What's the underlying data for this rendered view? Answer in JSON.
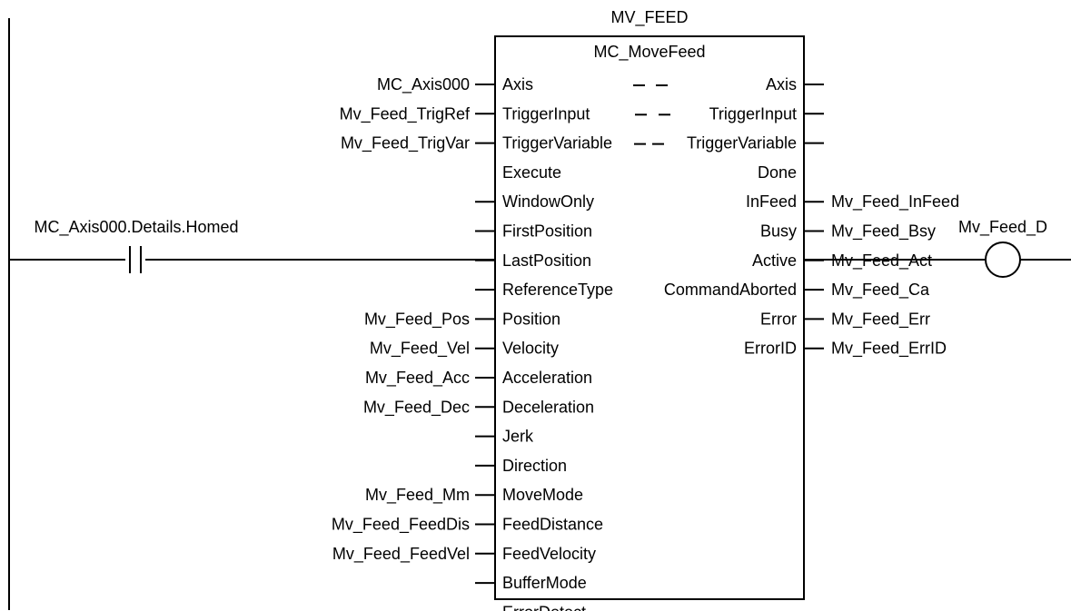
{
  "instance_name": "MV_FEED",
  "function_block": {
    "type_name": "MC_MoveFeed",
    "inout": [
      {
        "left_var": "MC_Axis000",
        "in_label": "Axis",
        "out_label": "Axis"
      },
      {
        "left_var": "Mv_Feed_TrigRef",
        "in_label": "TriggerInput",
        "out_label": "TriggerInput"
      },
      {
        "left_var": "Mv_Feed_TrigVar",
        "in_label": "TriggerVariable",
        "out_label": "TriggerVariable"
      }
    ],
    "inputs": [
      {
        "var": "",
        "label": "Execute"
      },
      {
        "var": "",
        "label": "WindowOnly"
      },
      {
        "var": "",
        "label": "FirstPosition"
      },
      {
        "var": "",
        "label": "LastPosition"
      },
      {
        "var": "",
        "label": "ReferenceType"
      },
      {
        "var": "Mv_Feed_Pos",
        "label": "Position"
      },
      {
        "var": "Mv_Feed_Vel",
        "label": "Velocity"
      },
      {
        "var": "Mv_Feed_Acc",
        "label": "Acceleration"
      },
      {
        "var": "Mv_Feed_Dec",
        "label": "Deceleration"
      },
      {
        "var": "",
        "label": "Jerk"
      },
      {
        "var": "",
        "label": "Direction"
      },
      {
        "var": "Mv_Feed_Mm",
        "label": "MoveMode"
      },
      {
        "var": "Mv_Feed_FeedDis",
        "label": "FeedDistance"
      },
      {
        "var": "Mv_Feed_FeedVel",
        "label": "FeedVelocity"
      },
      {
        "var": "",
        "label": "BufferMode"
      },
      {
        "var": "",
        "label": "ErrorDetect"
      }
    ],
    "outputs": [
      {
        "label": "Done",
        "var": ""
      },
      {
        "label": "InFeed",
        "var": "Mv_Feed_InFeed"
      },
      {
        "label": "Busy",
        "var": "Mv_Feed_Bsy"
      },
      {
        "label": "Active",
        "var": "Mv_Feed_Act"
      },
      {
        "label": "CommandAborted",
        "var": "Mv_Feed_Ca"
      },
      {
        "label": "Error",
        "var": "Mv_Feed_Err"
      },
      {
        "label": "ErrorID",
        "var": "Mv_Feed_ErrID"
      }
    ]
  },
  "contact": {
    "var": "MC_Axis000.Details.Homed"
  },
  "coil": {
    "var": "Mv_Feed_D"
  }
}
